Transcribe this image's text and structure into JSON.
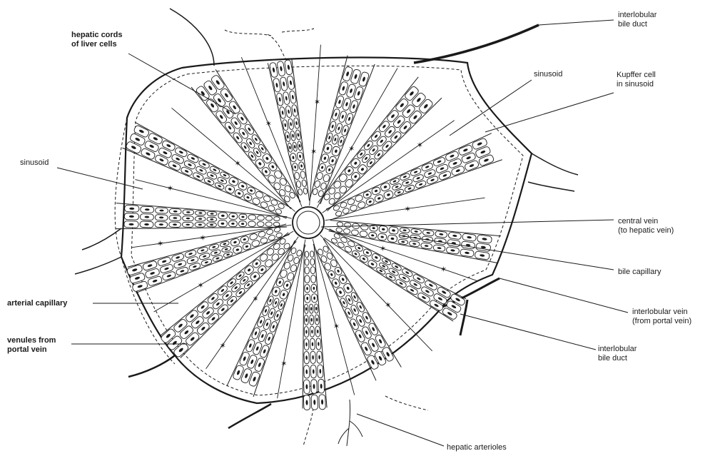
{
  "diagram": {
    "colors": {
      "ink": "#1a1a1a",
      "paper": "#ffffff"
    },
    "labels": {
      "interlobular_bile_duct_top": [
        "interlobular",
        "bile duct"
      ],
      "hepatic_cords": [
        "hepatic cords",
        "of liver cells"
      ],
      "sinusoid_top": [
        "sinusoid"
      ],
      "kupffer_cell": [
        "Kupffer cell",
        "in sinusoid"
      ],
      "sinusoid_left": [
        "sinusoid"
      ],
      "central_vein": [
        "central vein",
        "(to hepatic vein)"
      ],
      "bile_capillary": [
        "bile capillary"
      ],
      "arterial_capillary": [
        "arterial capillary"
      ],
      "interlobular_vein": [
        "interlobular vein",
        "(from portal vein)"
      ],
      "venules": [
        "venules from",
        "portal vein"
      ],
      "interlobular_bile_duct_bottom": [
        "interlobular",
        "bile duct"
      ],
      "hepatic_arterioles": [
        "hepatic arterioles"
      ]
    }
  }
}
